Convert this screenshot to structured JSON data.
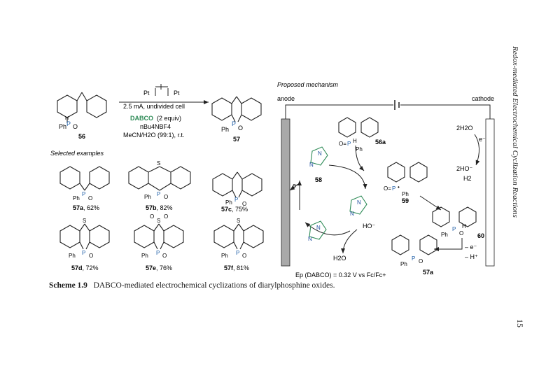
{
  "running_head": "Redox-mediated Electrochemical Cyclization Reactions",
  "page_number": "15",
  "caption": {
    "label": "Scheme 1.9",
    "text": "DABCO-mediated electrochemical cyclizations of diarylphosphine oxides."
  },
  "reaction": {
    "start_id": "56",
    "product_id": "57",
    "electrodes": [
      "Pt",
      "Pt"
    ],
    "conditions_line1": "2.5 mA, undivided cell",
    "mediator": "DABCO",
    "mediator_amount": "(2 equiv)",
    "electrolyte": "nBu4NBF4",
    "solvent": "MeCN/H2O (99:1), r.t."
  },
  "examples": {
    "heading": "Selected examples",
    "items": [
      {
        "id": "57a",
        "yield": "62%"
      },
      {
        "id": "57b",
        "yield": "82%"
      },
      {
        "id": "57c",
        "yield": "75%"
      },
      {
        "id": "57d",
        "yield": "72%"
      },
      {
        "id": "57e",
        "yield": "76%"
      },
      {
        "id": "57f",
        "yield": "81%"
      }
    ]
  },
  "mechanism": {
    "heading": "Proposed mechanism",
    "anode": "anode",
    "cathode": "cathode",
    "labels": {
      "c58": "58",
      "c56a": "56a",
      "c59": "59",
      "c60": "60",
      "c57a": "57a",
      "ho_minus": "HO⁻",
      "water": "H2O",
      "h2o_cathode": "2H2O",
      "hydroxide_cathode": "2HO⁻",
      "h2": "H2",
      "e_minus": "e⁻",
      "minus_e": "– e⁻",
      "minus_h": "– H⁺",
      "ep": "Ep (DABCO) = 0.32 V vs Fc/Fc+"
    }
  },
  "colors": {
    "phosphorus": "#1f5fa8",
    "dabco": "#2e8b57",
    "electrode": "#a9a9a9"
  }
}
